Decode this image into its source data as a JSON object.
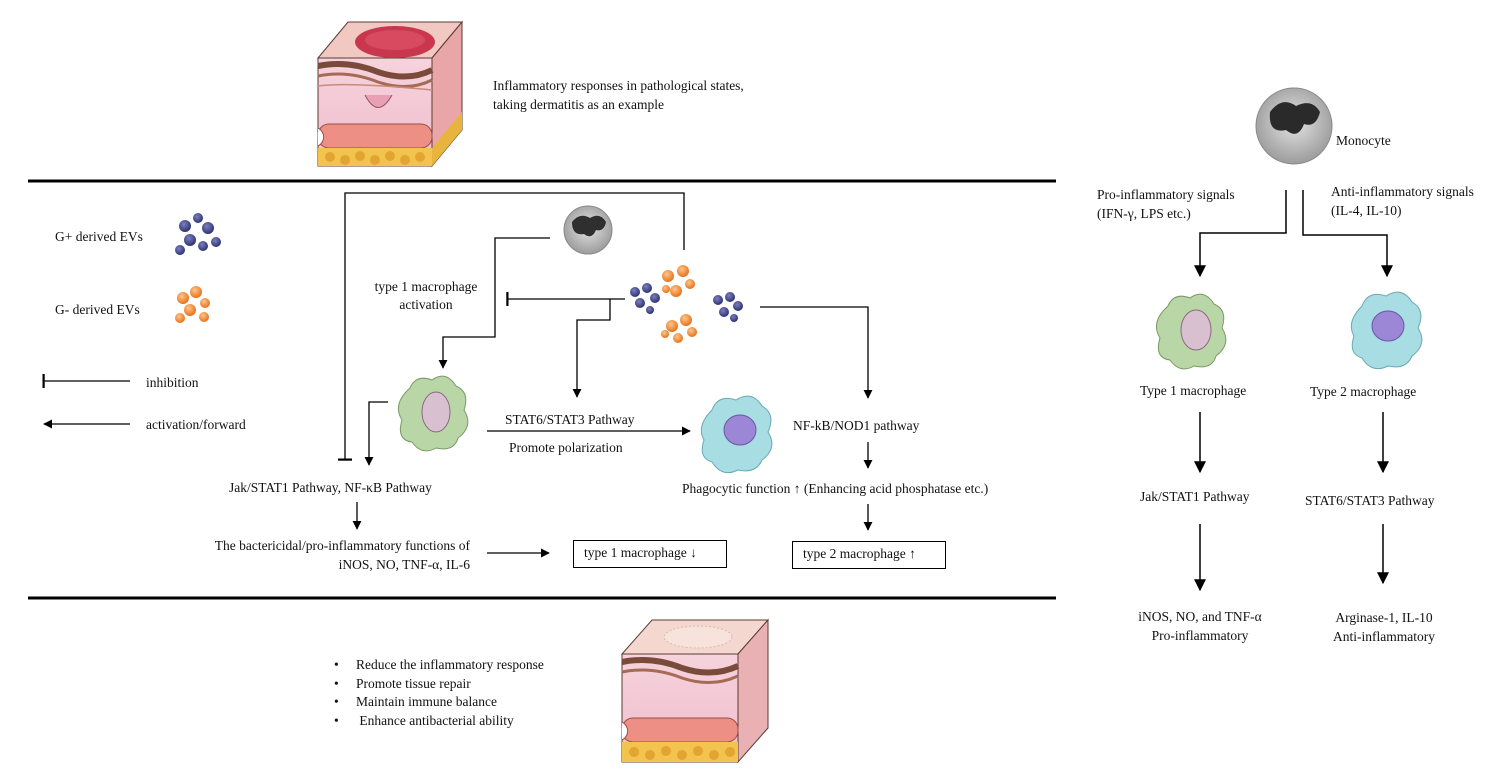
{
  "top": {
    "caption_line1": "Inflammatory responses in pathological states,",
    "caption_line2": "taking dermatitis as an example"
  },
  "legend": {
    "gpos_evs": "G+ derived EVs",
    "gneg_evs": "G- derived EVs",
    "inhibition": "inhibition",
    "activation": "activation/forward"
  },
  "center": {
    "m1_activation_line1": "type 1 macrophage",
    "m1_activation_line2": "activation",
    "stat6_pathway": "STAT6/STAT3 Pathway",
    "promote_polarization": "Promote polarization",
    "nfkb_nod1": "NF-kB/NOD1 pathway",
    "jak_nfkb": "Jak/STAT1 Pathway, NF-κB Pathway",
    "phagocytic": "Phagocytic function ↑ (Enhancing acid phosphatase etc.)",
    "bactericidal_line1": "The bactericidal/pro-inflammatory functions of",
    "bactericidal_line2": "iNOS, NO, TNF-α, IL-6",
    "m1_down": "type 1 macrophage ↓",
    "m2_up": "type 2 macrophage ↑"
  },
  "bottom": {
    "bullets": [
      "Reduce the inflammatory response",
      "Promote tissue repair",
      "Maintain immune balance",
      " Enhance antibacterial ability"
    ]
  },
  "right": {
    "monocyte": "Monocyte",
    "pro_signals_line1": "Pro-inflammatory signals",
    "pro_signals_line2": "(IFN-γ, LPS etc.)",
    "anti_signals_line1": "Anti-inflammatory signals",
    "anti_signals_line2": "(IL-4, IL-10)",
    "type1": "Type 1 macrophage",
    "type2": "Type 2 macrophage",
    "jak_stat1": "Jak/STAT1 Pathway",
    "stat6_stat3": "STAT6/STAT3 Pathway",
    "m1_out_line1": "iNOS, NO, and TNF-α",
    "m1_out_line2": "Pro-inflammatory",
    "m2_out_line1": "Arginase-1, IL-10",
    "m2_out_line2": "Anti-inflammatory"
  },
  "colors": {
    "gpos_ev": "#4a4f8e",
    "gneg_ev": "#f08a2c",
    "m1_cell": "#b9d7a6",
    "m2_cell": "#a7dde3",
    "nucleus_m1": "#d8c0d0",
    "nucleus_m2": "#9c86d6",
    "monocyte": "#6e6e6e"
  }
}
